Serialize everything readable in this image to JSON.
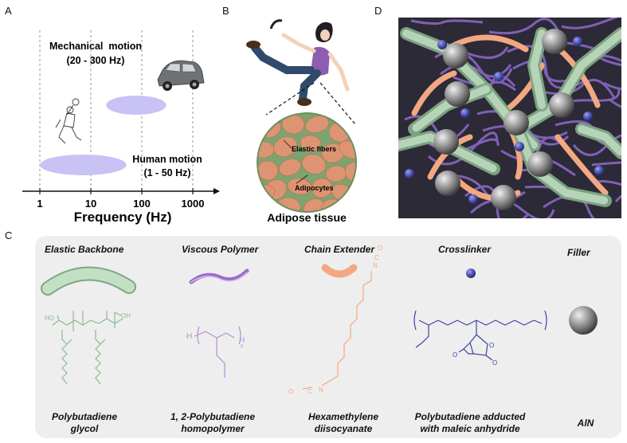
{
  "panel_labels": {
    "a": "A",
    "b": "B",
    "c": "C",
    "d": "D"
  },
  "panel_a": {
    "mechanical_title": "Mechanical  motion",
    "mechanical_range": "(20 - 300 Hz)",
    "human_title": "Human motion",
    "human_range": "(1 - 50 Hz)",
    "axis_label": "Frequency (Hz)",
    "ticks": [
      "1",
      "10",
      "100",
      "1000"
    ],
    "ranges": {
      "mechanical": [
        20,
        300
      ],
      "human": [
        1,
        50
      ]
    },
    "log_scale": true
  },
  "panel_b": {
    "label_fibers": "Elastic fibers",
    "label_adipocytes": "Adipocytes",
    "caption": "Adipose tissue"
  },
  "panel_c": {
    "components": [
      {
        "title": "Elastic Backbone",
        "name_line1": "Polybutadiene",
        "name_line2": "glycol"
      },
      {
        "title": "Viscous Polymer",
        "name_line1": "1, 2-Polybutadiene",
        "name_line2": "homopolymer"
      },
      {
        "title": "Chain Extender",
        "name_line1": "Hexamethylene",
        "name_line2": "diisocyanate"
      },
      {
        "title": "Crosslinker",
        "name_line1": "Polybutadiene adducted",
        "name_line2": "with maleic anhydride"
      },
      {
        "title": "Filler",
        "name_line1": "AlN",
        "name_line2": ""
      }
    ],
    "structure_labels": {
      "ho_left": "HO",
      "oh_right": "OH",
      "h_left": "H",
      "h_right": "H",
      "sub_c": "c"
    }
  },
  "colors": {
    "human_ellipse": "#c9c2f5",
    "backbone_green": "#8fb98f",
    "viscous_purple": "#9a6cc9",
    "extender_orange": "#f3a882",
    "crosslinker_blue": "#4a4fb0",
    "filler_gray": "#8a8a8a",
    "tissue_orange": "#dd9473",
    "d_background": "#2c2a36"
  }
}
